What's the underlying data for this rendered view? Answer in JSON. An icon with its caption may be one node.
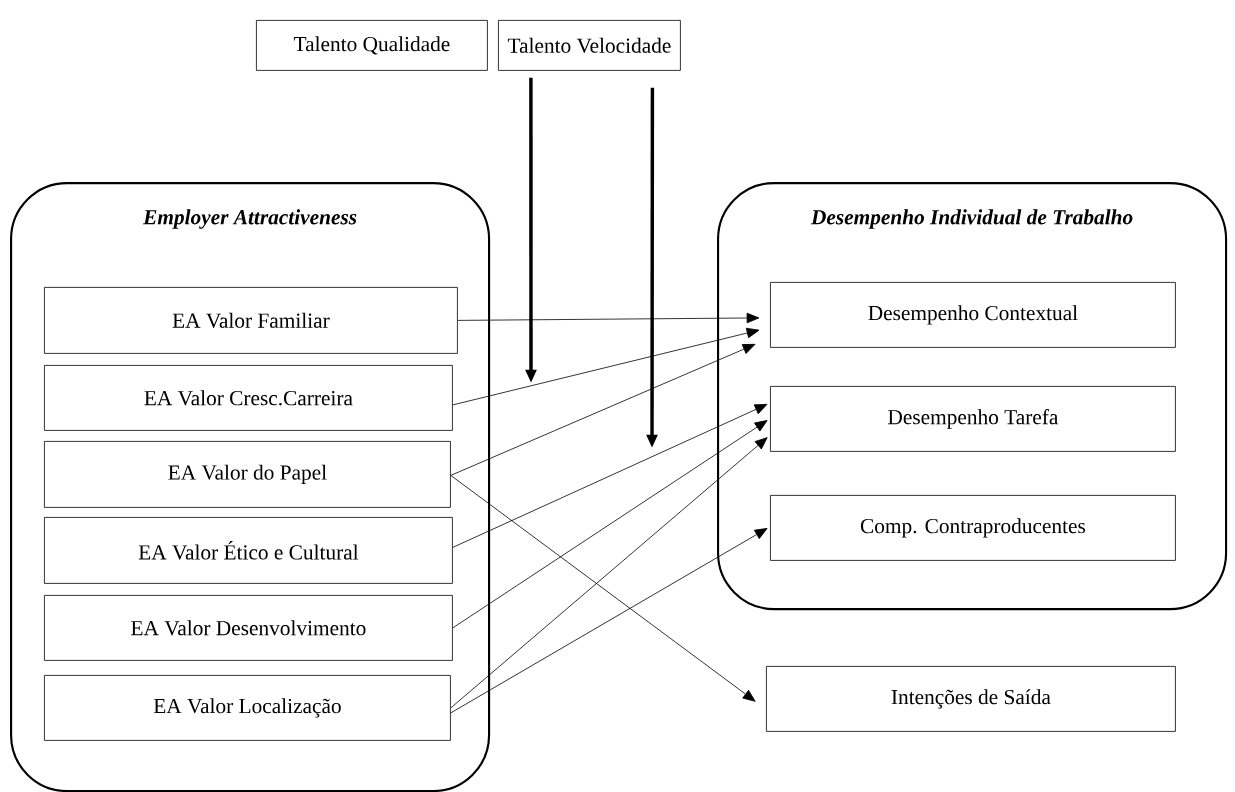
{
  "diagram": {
    "nodes": [
      {
        "text": [
          "Talento Qualidade"
        ]
      },
      {
        "text": [
          "Talento Velocidade"
        ]
      },
      {
        "text": [
          "Employer Attractiveness"
        ]
      },
      {
        "text": [
          "EA Valor Familiar"
        ],
        "in": 2
      },
      {
        "text": [
          "EA Valor Cresc.Carreira"
        ],
        "in": 2
      },
      {
        "text": [
          "EA Valor do Papel"
        ],
        "in": 2
      },
      {
        "text": [
          "EA Valor Ético e Cultural"
        ],
        "in": 2
      },
      {
        "text": [
          "EA Valor Desenvolvimento"
        ],
        "in": 2
      },
      {
        "text": [
          "EA Valor Localização"
        ],
        "in": 2
      },
      {
        "text": [
          "Desempenho Individual de Trabalho"
        ]
      },
      {
        "text": [
          "Desempenho Contextual"
        ],
        "in": 9
      },
      {
        "text": [
          "Desempenho Tarefa"
        ],
        "in": 9
      },
      {
        "text": [
          "Comp. Contraproducentes"
        ],
        "in": 9
      },
      {
        "text": [
          "Intenções de Saída"
        ]
      }
    ],
    "edges": [
      {
        "from": 0,
        "to": null,
        "arrow": "to",
        "style": "thick"
      },
      {
        "from": 1,
        "to": null,
        "arrow": "to",
        "style": "thick"
      },
      {
        "from": 3,
        "to": 10,
        "arrow": "to"
      },
      {
        "from": 4,
        "to": 10,
        "arrow": "to"
      },
      {
        "from": 5,
        "to": 10,
        "arrow": "to"
      },
      {
        "from": 5,
        "to": 13,
        "arrow": "to"
      },
      {
        "from": 6,
        "to": 11,
        "arrow": "to"
      },
      {
        "from": 7,
        "to": 11,
        "arrow": "to"
      },
      {
        "from": 8,
        "to": 11,
        "arrow": "to"
      },
      {
        "from": 8,
        "to": 12,
        "arrow": "to"
      }
    ]
  }
}
